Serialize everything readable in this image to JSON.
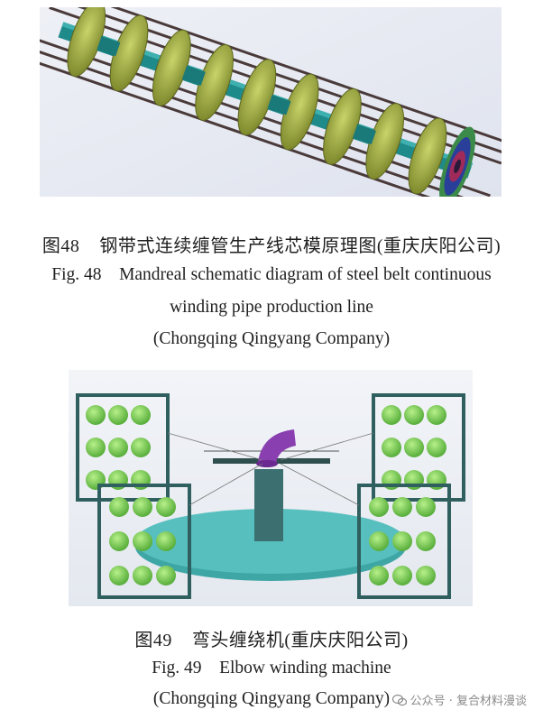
{
  "figure48": {
    "label_cn": "图48",
    "title_cn": "钢带式连续缠管生产线芯模原理图(重庆庆阳公司)",
    "label_en": "Fig. 48",
    "title_en_line1": "Mandreal schematic diagram of steel belt continuous",
    "title_en_line2": "winding pipe production line",
    "source_en": "(Chongqing Qingyang Company)"
  },
  "figure49": {
    "label_cn": "图49",
    "title_cn": "弯头缠绕机(重庆庆阳公司)",
    "label_en": "Fig. 49",
    "title_en": "Elbow winding machine",
    "source_en": "(Chongqing Qingyang Company)"
  },
  "watermark": {
    "text": "公众号 · 复合材料漫谈"
  },
  "colors": {
    "mandrel_disc": "#a9b84a",
    "mandrel_core": "#1e8a8a",
    "rod": "#4a3a3a",
    "rack": "#2f5f5f",
    "spool": "#7fd15a",
    "turntable": "#3fa6a6",
    "elbow": "#8a3fb0"
  }
}
